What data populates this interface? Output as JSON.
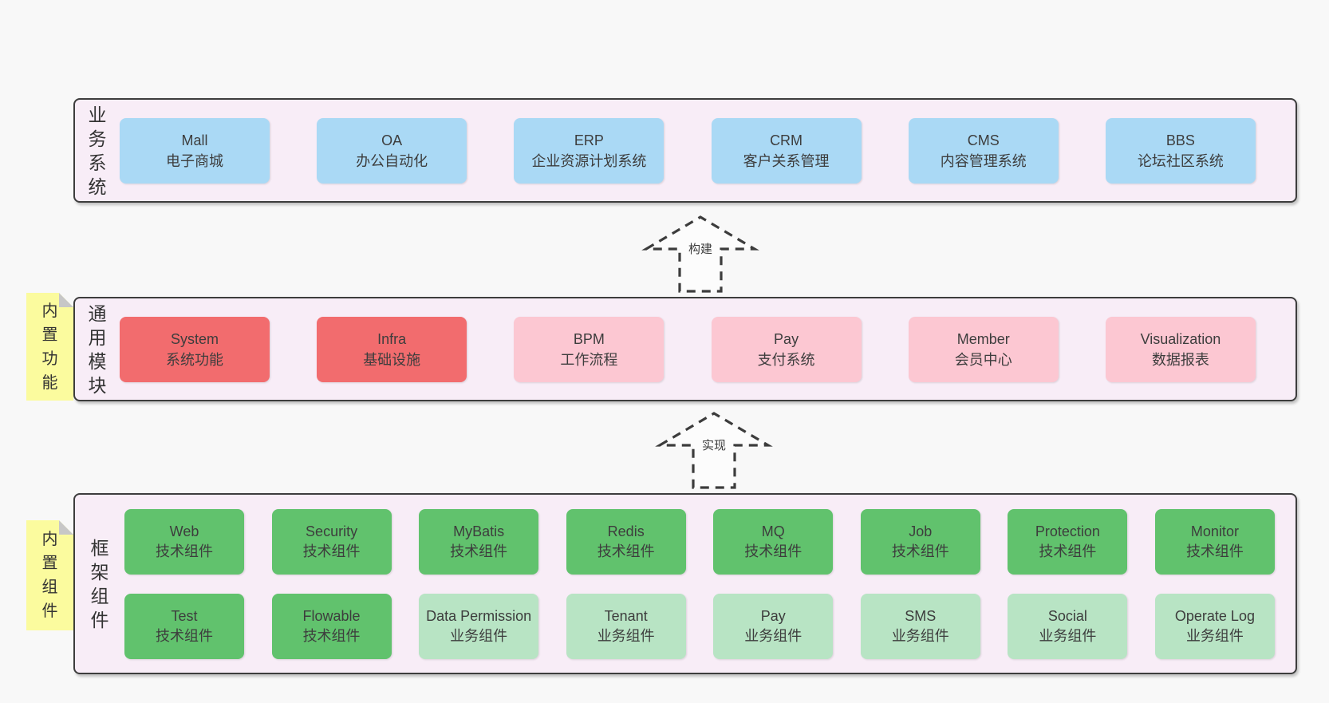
{
  "colors": {
    "page_bg": "#f8f8f8",
    "band_bg": "#f8edf7",
    "band_border": "#3d3d3d",
    "box_blue": "#aad9f5",
    "box_red": "#f26c6e",
    "box_pink": "#fcc7d2",
    "box_green_dark": "#61c26d",
    "box_green_light": "#b8e4c4",
    "sticky_yellow": "#fbfb9e",
    "sticky_fold_gray": "#c7c7c7",
    "text": "#3d3d3d"
  },
  "band1": {
    "label": "业务系统",
    "boxes": [
      {
        "title": "Mall",
        "sub": "电子商城"
      },
      {
        "title": "OA",
        "sub": "办公自动化"
      },
      {
        "title": "ERP",
        "sub": "企业资源计划系统"
      },
      {
        "title": "CRM",
        "sub": "客户关系管理"
      },
      {
        "title": "CMS",
        "sub": "内容管理系统"
      },
      {
        "title": "BBS",
        "sub": "论坛社区系统"
      }
    ]
  },
  "arrow1": {
    "label": "构建"
  },
  "band2": {
    "label": "通用模块",
    "sticky": "内置功能",
    "boxes": [
      {
        "title": "System",
        "sub": "系统功能"
      },
      {
        "title": "Infra",
        "sub": "基础设施"
      },
      {
        "title": "BPM",
        "sub": "工作流程"
      },
      {
        "title": "Pay",
        "sub": "支付系统"
      },
      {
        "title": "Member",
        "sub": "会员中心"
      },
      {
        "title": "Visualization",
        "sub": "数据报表"
      }
    ]
  },
  "arrow2": {
    "label": "实现"
  },
  "band3": {
    "label": "框架组件",
    "sticky": "内置组件",
    "row1": [
      {
        "title": "Web",
        "sub": "技术组件"
      },
      {
        "title": "Security",
        "sub": "技术组件"
      },
      {
        "title": "MyBatis",
        "sub": "技术组件"
      },
      {
        "title": "Redis",
        "sub": "技术组件"
      },
      {
        "title": "MQ",
        "sub": "技术组件"
      },
      {
        "title": "Job",
        "sub": "技术组件"
      },
      {
        "title": "Protection",
        "sub": "技术组件"
      },
      {
        "title": "Monitor",
        "sub": "技术组件"
      }
    ],
    "row2": [
      {
        "title": "Test",
        "sub": "技术组件"
      },
      {
        "title": "Flowable",
        "sub": "技术组件"
      },
      {
        "title": "Data Permission",
        "sub": "业务组件"
      },
      {
        "title": "Tenant",
        "sub": "业务组件"
      },
      {
        "title": "Pay",
        "sub": "业务组件"
      },
      {
        "title": "SMS",
        "sub": "业务组件"
      },
      {
        "title": "Social",
        "sub": "业务组件"
      },
      {
        "title": "Operate Log",
        "sub": "业务组件"
      }
    ]
  }
}
